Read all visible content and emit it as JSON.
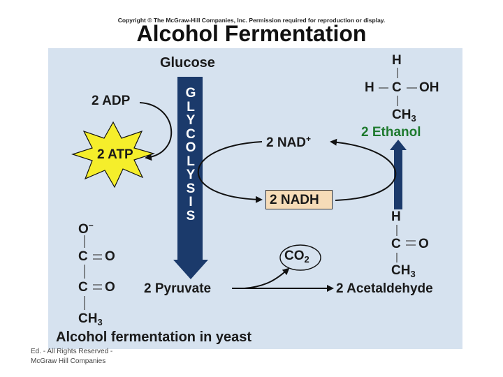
{
  "header": {
    "copyright": "Copyright © The McGraw-Hill Companies, Inc. Permission required for reproduction or display.",
    "title": "Alcohol Fermentation"
  },
  "diagram": {
    "caption": "Alcohol fermentation in yeast",
    "glucose": "Glucose",
    "glycolysis_letters": [
      "G",
      "L",
      "Y",
      "C",
      "O",
      "L",
      "Y",
      "S",
      "I",
      "S"
    ],
    "adp": "2 ADP",
    "atp": "2 ATP",
    "nad_main": "2 NAD",
    "nad_sup": "+",
    "nadh": "2 NADH",
    "pyruvate": "2 Pyruvate",
    "acetaldehyde": "2 Acetaldehyde",
    "ethanol": "2 Ethanol",
    "co2_main": "CO",
    "co2_sub": "2",
    "pyruvate_struct": {
      "o_minus": "O",
      "minus": "−",
      "c1": "C",
      "eq1": "=",
      "o1": "O",
      "c2": "C",
      "eq2": "=",
      "o2": "O",
      "ch": "CH",
      "three": "3"
    },
    "acetaldehyde_struct": {
      "h": "H",
      "c": "C",
      "eq": "=",
      "o": "O",
      "ch": "CH",
      "three": "3"
    },
    "ethanol_struct": {
      "h_top": "H",
      "h_left": "H",
      "c": "C",
      "oh": "OH",
      "ch": "CH",
      "three": "3"
    },
    "colors": {
      "panel": "#d6e2ef",
      "arrow_blue": "#1b3a6b",
      "atp_star": "#f5ee2b",
      "nadh_box": "#f6dcb8",
      "ethanol_green": "#1e7a2e"
    }
  },
  "footer": {
    "line1": "Ed. - All Rights Reserved -",
    "line2": "McGraw Hill Companies"
  }
}
